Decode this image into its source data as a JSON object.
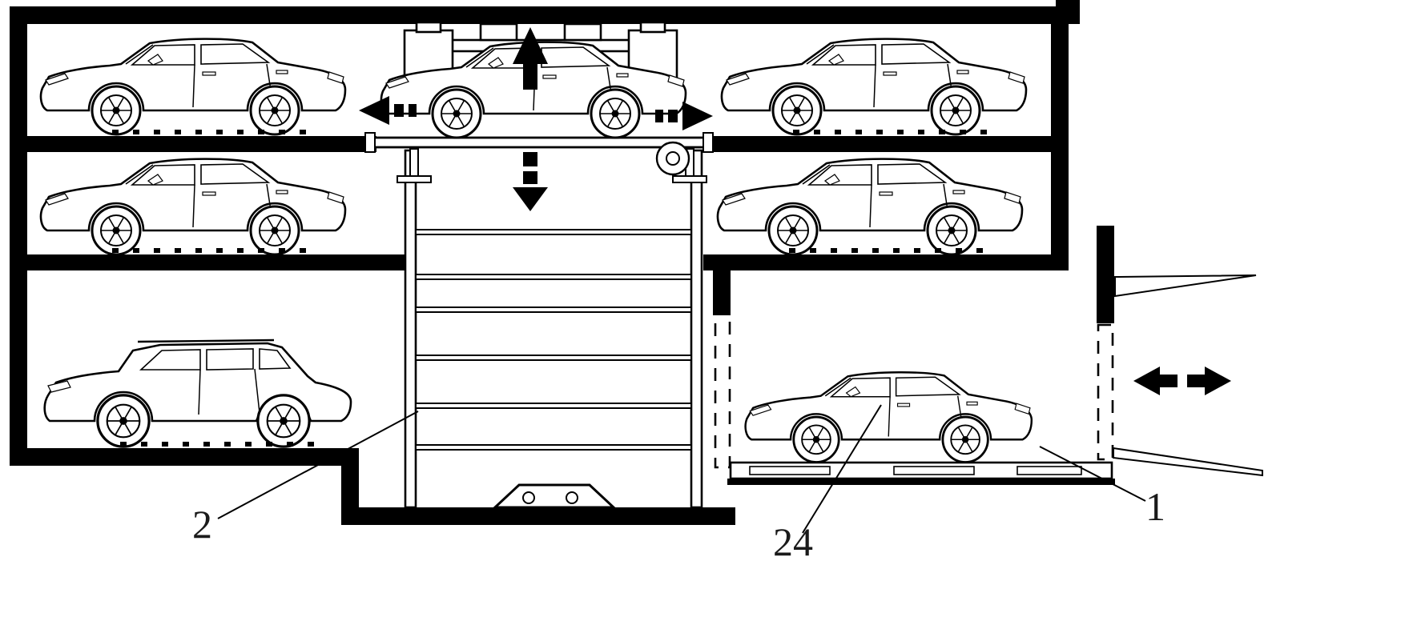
{
  "diagram": {
    "background": "#ffffff",
    "line_color": "#000000",
    "labels": {
      "lift_shaft": "2",
      "carrier_platform": "24",
      "entry_bay": "1"
    },
    "icons": {
      "lift_vertical": "vertical-double-arrow-icon",
      "transfer_left": "left-arrow-icon",
      "transfer_right": "right-arrow-icon",
      "entry_exit": "horizontal-double-arrow-icon"
    }
  }
}
